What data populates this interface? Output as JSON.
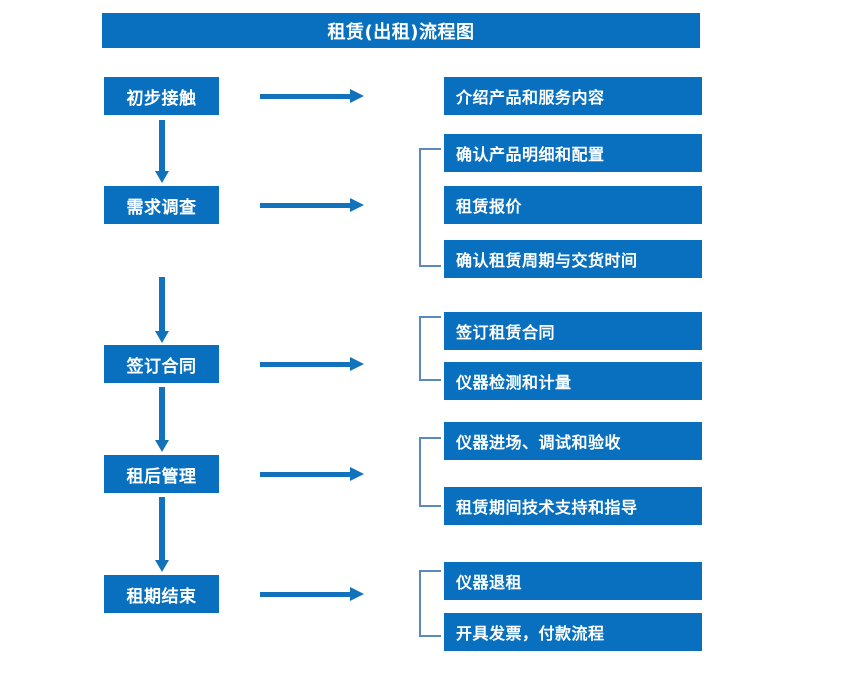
{
  "diagram": {
    "title": "租赁(出租)流程图",
    "accent_color": "#0870BE",
    "arrow_color": "#1272BC",
    "bracket_color": "#5B88BE",
    "text_color": "#FFFFFF",
    "background_color": "#FFFFFF"
  },
  "stages": [
    {
      "label": "初步接触"
    },
    {
      "label": "需求调查"
    },
    {
      "label": "签订合同"
    },
    {
      "label": "租后管理"
    },
    {
      "label": "租期结束"
    }
  ],
  "details": [
    {
      "label": "介绍产品和服务内容"
    },
    {
      "label": "确认产品明细和配置"
    },
    {
      "label": "租赁报价"
    },
    {
      "label": "确认租赁周期与交货时间"
    },
    {
      "label": "签订租赁合同"
    },
    {
      "label": "仪器检测和计量"
    },
    {
      "label": "仪器进场、调试和验收"
    },
    {
      "label": "租赁期间技术支持和指导"
    },
    {
      "label": "仪器退租"
    },
    {
      "label": "开具发票，付款流程"
    }
  ],
  "groups": [
    {
      "name": "需求调查-group",
      "members": [
        "确认产品明细和配置",
        "租赁报价",
        "确认租赁周期与交货时间"
      ]
    },
    {
      "name": "签订合同-group",
      "members": [
        "签订租赁合同",
        "仪器检测和计量"
      ]
    },
    {
      "name": "租后管理-group",
      "members": [
        "仪器进场、调试和验收",
        "租赁期间技术支持和指导"
      ]
    },
    {
      "name": "租期结束-group",
      "members": [
        "仪器退租",
        "开具发票，付款流程"
      ]
    }
  ],
  "flow_connections": [
    {
      "from": "初步接触",
      "to": "需求调查",
      "direction": "down"
    },
    {
      "from": "需求调查",
      "to": "签订合同",
      "direction": "down"
    },
    {
      "from": "签订合同",
      "to": "租后管理",
      "direction": "down"
    },
    {
      "from": "租后管理",
      "to": "租期结束",
      "direction": "down"
    },
    {
      "from": "初步接触",
      "to": "介绍产品和服务内容",
      "direction": "right"
    },
    {
      "from": "需求调查",
      "to": "需求调查-group",
      "direction": "right"
    },
    {
      "from": "签订合同",
      "to": "签订合同-group",
      "direction": "right"
    },
    {
      "from": "租后管理",
      "to": "租后管理-group",
      "direction": "right"
    },
    {
      "from": "租期结束",
      "to": "租期结束-group",
      "direction": "right"
    }
  ]
}
